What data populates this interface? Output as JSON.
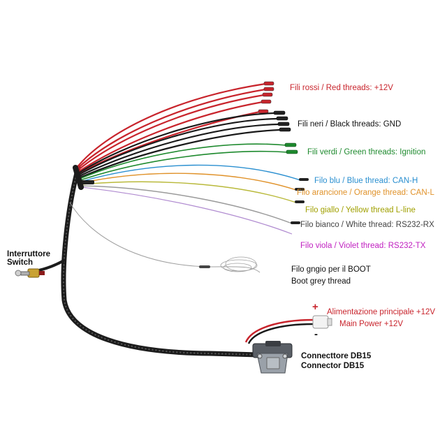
{
  "colors": {
    "red": "#c8242c",
    "black": "#1a1a1a",
    "green": "#1e8a2e",
    "blue": "#2a8fd0",
    "orange": "#e0922a",
    "yellow": "#a0a000",
    "white": "#444444",
    "violet": "#c01fc0",
    "grey": "#8a8a8a",
    "text": "#111111"
  },
  "labels": {
    "red_threads": "Fili rossi / Red threads: +12V",
    "black_threads": "Fili neri / Black threads: GND",
    "green_threads": "Fili verdi / Green threads: Ignition",
    "blue_thread": "Filo blu / Blue thread: CAN-H",
    "orange_thread": "Filo arancione / Orange thread: CAN-L",
    "yellow_thread": "Filo giallo / Yellow thread L-line",
    "white_thread": "Filo bianco / White thread: RS232-RX",
    "violet_thread": "Filo viola / Violet thread: RS232-TX",
    "boot_it": "Filo gngio per il BOOT",
    "boot_en": "Boot grey thread",
    "switch_it": "Interruttore",
    "switch_en": "Switch",
    "power_plus": "+",
    "power_minus": "-",
    "power_it": "Alimentazione principale +12V",
    "power_en": "Main Power +12V",
    "connector_it": "Connecttore DB15",
    "connector_en": "Connector DB15"
  }
}
